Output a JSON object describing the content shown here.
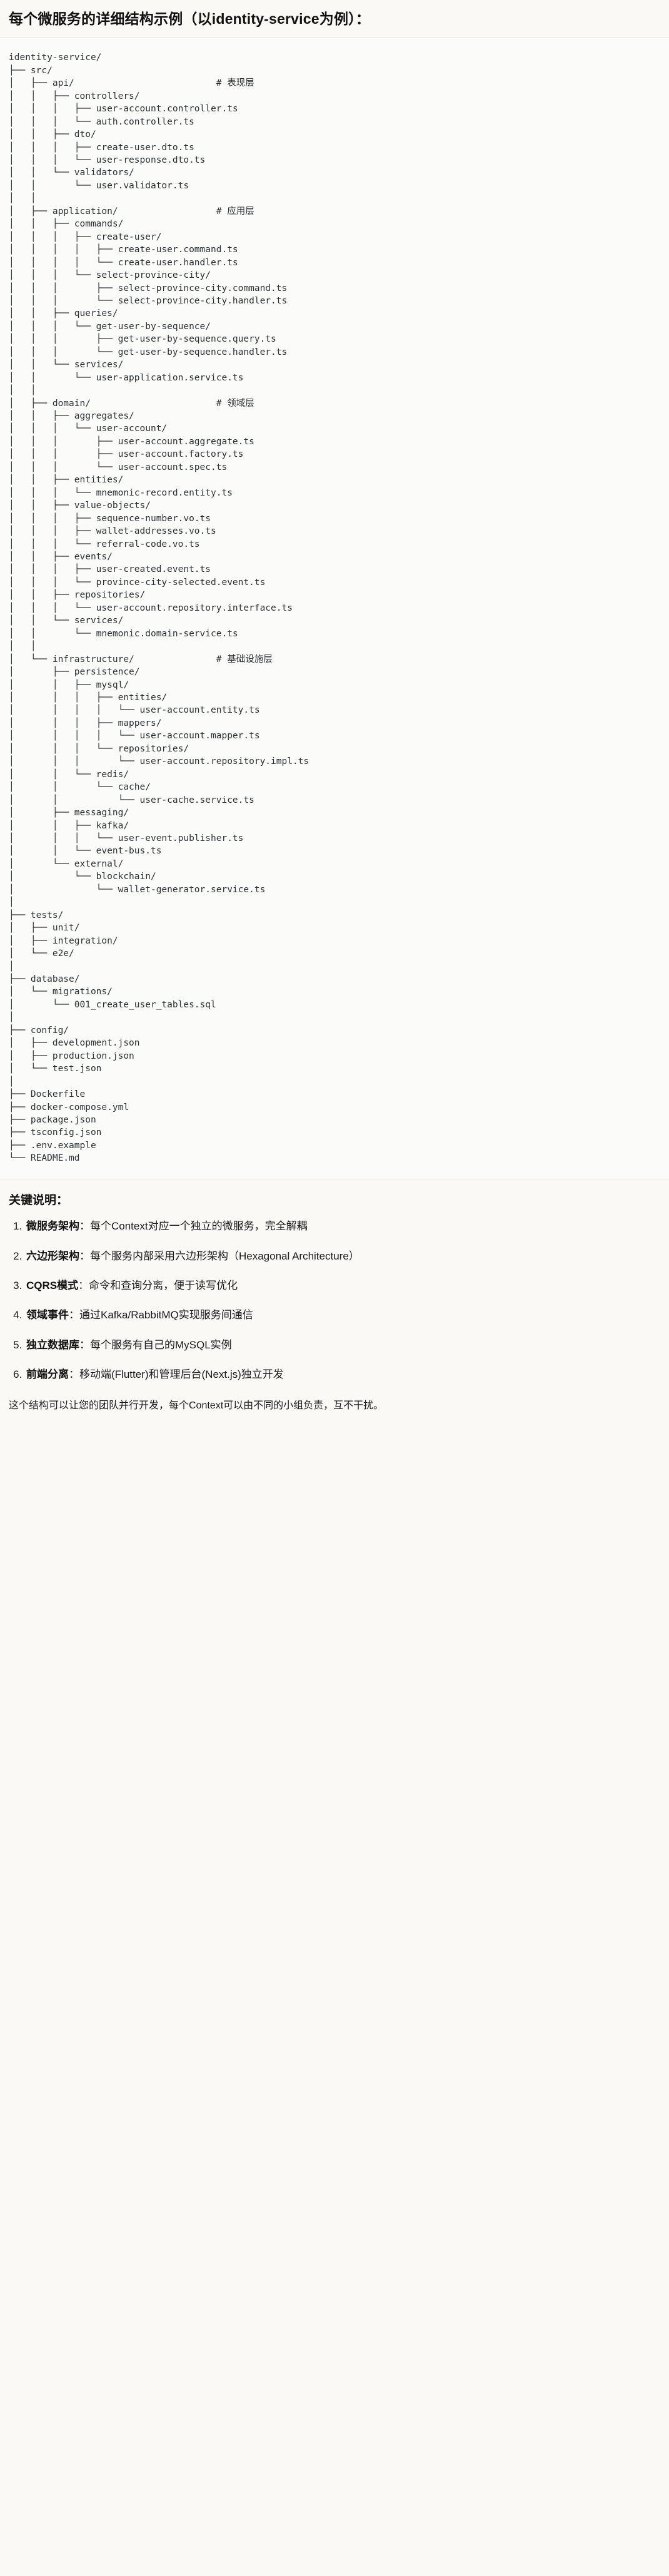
{
  "title": "每个微服务的详细结构示例（以identity-service为例）：",
  "code_block": {
    "language": "text",
    "root": "identity-service/",
    "lines": [
      "identity-service/",
      "├── src/",
      "│   ├── api/                          # 表现层",
      "│   │   ├── controllers/",
      "│   │   │   ├── user-account.controller.ts",
      "│   │   │   └── auth.controller.ts",
      "│   │   ├── dto/",
      "│   │   │   ├── create-user.dto.ts",
      "│   │   │   └── user-response.dto.ts",
      "│   │   └── validators/",
      "│   │       └── user.validator.ts",
      "│   │",
      "│   ├── application/                  # 应用层",
      "│   │   ├── commands/",
      "│   │   │   ├── create-user/",
      "│   │   │   │   ├── create-user.command.ts",
      "│   │   │   │   └── create-user.handler.ts",
      "│   │   │   └── select-province-city/",
      "│   │   │       ├── select-province-city.command.ts",
      "│   │   │       └── select-province-city.handler.ts",
      "│   │   ├── queries/",
      "│   │   │   └── get-user-by-sequence/",
      "│   │   │       ├── get-user-by-sequence.query.ts",
      "│   │   │       └── get-user-by-sequence.handler.ts",
      "│   │   └── services/",
      "│   │       └── user-application.service.ts",
      "│   │",
      "│   ├── domain/                       # 领域层",
      "│   │   ├── aggregates/",
      "│   │   │   └── user-account/",
      "│   │   │       ├── user-account.aggregate.ts",
      "│   │   │       ├── user-account.factory.ts",
      "│   │   │       └── user-account.spec.ts",
      "│   │   ├── entities/",
      "│   │   │   └── mnemonic-record.entity.ts",
      "│   │   ├── value-objects/",
      "│   │   │   ├── sequence-number.vo.ts",
      "│   │   │   ├── wallet-addresses.vo.ts",
      "│   │   │   └── referral-code.vo.ts",
      "│   │   ├── events/",
      "│   │   │   ├── user-created.event.ts",
      "│   │   │   └── province-city-selected.event.ts",
      "│   │   ├── repositories/",
      "│   │   │   └── user-account.repository.interface.ts",
      "│   │   └── services/",
      "│   │       └── mnemonic.domain-service.ts",
      "│   │",
      "│   └── infrastructure/               # 基础设施层",
      "│       ├── persistence/",
      "│       │   ├── mysql/",
      "│       │   │   ├── entities/",
      "│       │   │   │   └── user-account.entity.ts",
      "│       │   │   ├── mappers/",
      "│       │   │   │   └── user-account.mapper.ts",
      "│       │   │   └── repositories/",
      "│       │   │       └── user-account.repository.impl.ts",
      "│       │   └── redis/",
      "│       │       └── cache/",
      "│       │           └── user-cache.service.ts",
      "│       ├── messaging/",
      "│       │   ├── kafka/",
      "│       │   │   └── user-event.publisher.ts",
      "│       │   └── event-bus.ts",
      "│       └── external/",
      "│           └── blockchain/",
      "│               └── wallet-generator.service.ts",
      "│",
      "├── tests/",
      "│   ├── unit/",
      "│   ├── integration/",
      "│   └── e2e/",
      "│",
      "├── database/",
      "│   └── migrations/",
      "│       └── 001_create_user_tables.sql",
      "│",
      "├── config/",
      "│   ├── development.json",
      "│   ├── production.json",
      "│   └── test.json",
      "│",
      "├── Dockerfile",
      "├── docker-compose.yml",
      "├── package.json",
      "├── tsconfig.json",
      "├── .env.example",
      "└── README.md"
    ],
    "layer_comments": [
      {
        "path": "api/",
        "comment": "# 表现层"
      },
      {
        "path": "application/",
        "comment": "# 应用层"
      },
      {
        "path": "domain/",
        "comment": "# 领域层"
      },
      {
        "path": "infrastructure/",
        "comment": "# 基础设施层"
      }
    ]
  },
  "keypoints": {
    "heading": "关键说明：",
    "items": [
      {
        "term": "微服务架构",
        "desc": "：每个Context对应一个独立的微服务，完全解耦"
      },
      {
        "term": "六边形架构",
        "desc": "：每个服务内部采用六边形架构（Hexagonal Architecture）"
      },
      {
        "term": "CQRS模式",
        "desc": "：命令和查询分离，便于读写优化"
      },
      {
        "term": "领域事件",
        "desc": "：通过Kafka/RabbitMQ实现服务间通信"
      },
      {
        "term": "独立数据库",
        "desc": "：每个服务有自己的MySQL实例"
      },
      {
        "term": "前端分离",
        "desc": "：移动端(Flutter)和管理后台(Next.js)独立开发"
      }
    ],
    "footer": "这个结构可以让您的团队并行开发，每个Context可以由不同的小组负责，互不干扰。"
  },
  "colors": {
    "page_background": "#faf9f6",
    "code_background": "#fbfbfa",
    "code_border": "#e6e4de",
    "code_text": "#2c3135",
    "heading_text": "#111111",
    "body_text": "#1a1a1a"
  }
}
